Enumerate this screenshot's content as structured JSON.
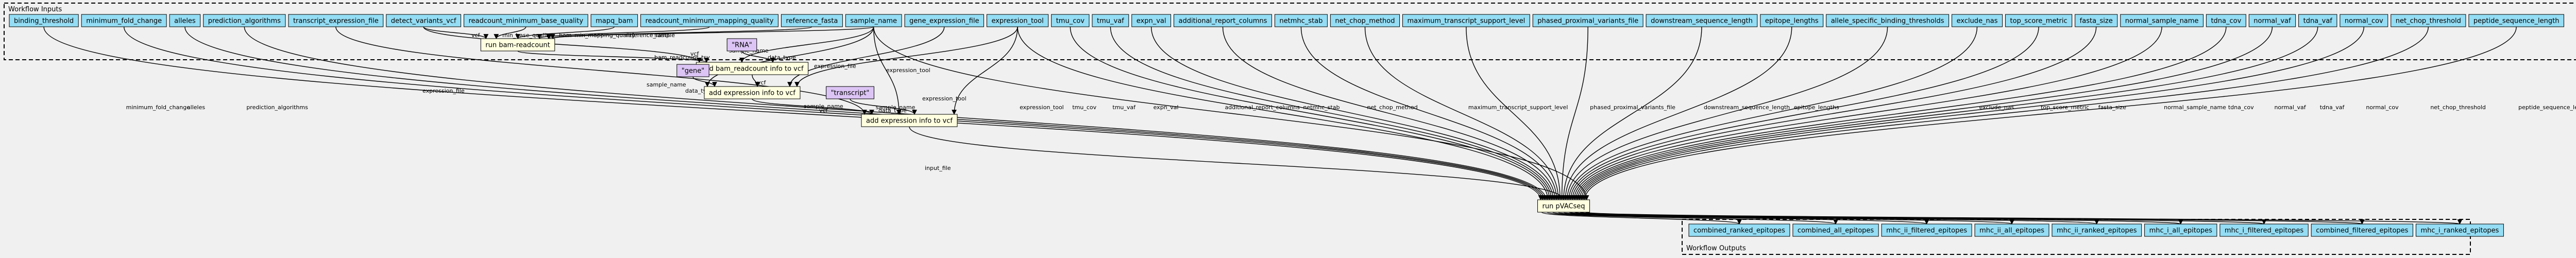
{
  "inputs_cluster": {
    "title": "Workflow Inputs"
  },
  "outputs_cluster": {
    "title": "Workflow Outputs"
  },
  "inputs": [
    "binding_threshold",
    "minimum_fold_change",
    "alleles",
    "prediction_algorithms",
    "transcript_expression_file",
    "detect_variants_vcf",
    "readcount_minimum_base_quality",
    "mapq_bam",
    "readcount_minimum_mapping_quality",
    "reference_fasta",
    "sample_name",
    "gene_expression_file",
    "expression_tool",
    "tmu_cov",
    "tmu_vaf",
    "expn_val",
    "additional_report_columns",
    "netmhc_stab",
    "net_chop_method",
    "maximum_transcript_support_level",
    "phased_proximal_variants_file",
    "downstream_sequence_length",
    "epitope_lengths",
    "allele_specific_binding_thresholds",
    "exclude_nas",
    "top_score_metric",
    "fasta_size",
    "normal_sample_name",
    "tdna_cov",
    "normal_vaf",
    "tdna_vaf",
    "normal_cov",
    "net_chop_threshold",
    "peptide_sequence_length"
  ],
  "steps": {
    "bam_readcount": "run bam-readcount",
    "add_bam_readcount": "add bam_readcount info to vcf",
    "add_gene_expression": "add expression info to vcf",
    "add_transcript_expression": "add expression info to vcf",
    "pvacseq": "run pVACseq"
  },
  "constants": {
    "rna": "\"RNA\"",
    "gene": "\"gene\"",
    "transcript": "\"transcript\""
  },
  "outputs": [
    "combined_ranked_epitopes",
    "combined_all_epitopes",
    "mhc_ii_filtered_epitopes",
    "mhc_ii_all_epitopes",
    "mhc_ii_ranked_epitopes",
    "mhc_i_all_epitopes",
    "mhc_i_filtered_epitopes",
    "combined_filtered_epitopes",
    "mhc_i_ranked_epitopes"
  ],
  "edge_labels": {
    "minimum_fold_change": "minimum_fold_change",
    "alleles": "alleles",
    "prediction_algorithms": "prediction_algorithms",
    "expression_file": "expression_file",
    "vcf": "vcf",
    "min_base_quality": "min_base_quality",
    "bam": "bam",
    "min_mapping_quality": "min_mapping_quality",
    "reference_fasta": "reference_fasta",
    "sample": "sample",
    "bam_readcount_tsv": "bam_readcount_tsv",
    "sample_name": "sample_name",
    "data_type": "data_type",
    "expression_tool": "expression_tool",
    "input_file": "input_file",
    "tmu_cov": "tmu_cov",
    "tmu_vaf": "tmu_vaf",
    "expn_val": "expn_val",
    "additional_report_columns": "additional_report_columns",
    "netmhc_stab": "netmhc_stab",
    "net_chop_method": "net_chop_method",
    "maximum_transcript_support_level": "maximum_transcript_support_level",
    "phased_proximal_variants_file": "phased_proximal_variants_file",
    "downstream_sequence_length": "downstream_sequence_length",
    "epitope_lengths": "epitope_lengths",
    "exclude_nas": "exclude_nas",
    "top_score_metric": "top_score_metric",
    "fasta_size": "fasta_size",
    "normal_sample_name": "normal_sample_name",
    "tdna_cov": "tdna_cov",
    "normal_vaf": "normal_vaf",
    "tdna_vaf": "tdna_vaf",
    "normal_cov": "normal_cov",
    "net_chop_threshold": "net_chop_threshold",
    "peptide_sequence_length": "peptide_sequence_length"
  },
  "colors": {
    "input_fill": "#94ddf4",
    "step_fill": "#ffffe0",
    "constant_fill": "#dcc5f5",
    "background": "#f0f0f0",
    "stroke": "#000000"
  }
}
